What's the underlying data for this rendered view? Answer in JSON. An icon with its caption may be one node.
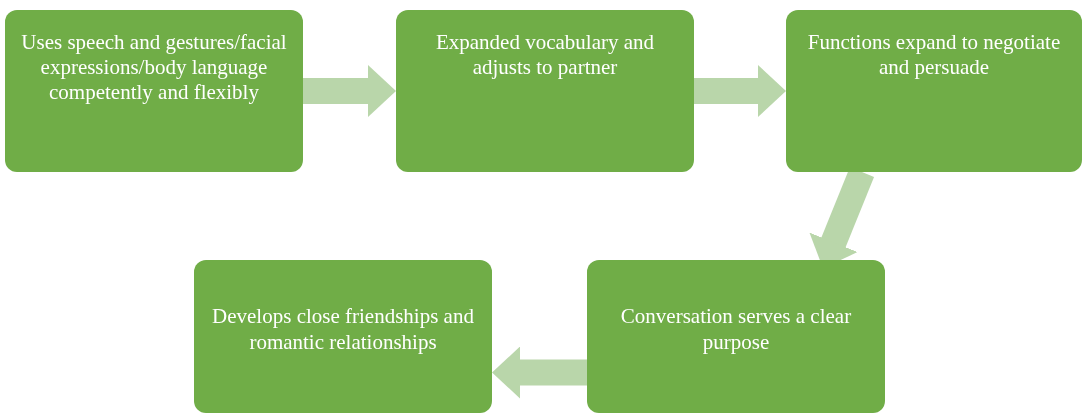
{
  "diagram": {
    "nodes": [
      {
        "text": [
          "Uses speech and gestures/facial expressions/body language competently and flexibly"
        ]
      },
      {
        "text": [
          "Expanded vocabulary and adjusts to partner"
        ]
      },
      {
        "text": [
          "Functions expand to negotiate and persuade"
        ]
      },
      {
        "text": [
          "Conversation serves a clear purpose"
        ]
      },
      {
        "text": [
          "Develops close friendships and romantic relationships"
        ]
      }
    ],
    "edges": [
      {
        "from": 0,
        "to": 1,
        "arrow": "to"
      },
      {
        "from": 1,
        "to": 2,
        "arrow": "to"
      },
      {
        "from": 2,
        "to": 3,
        "arrow": "to"
      },
      {
        "from": 3,
        "to": 4,
        "arrow": "to"
      }
    ]
  }
}
